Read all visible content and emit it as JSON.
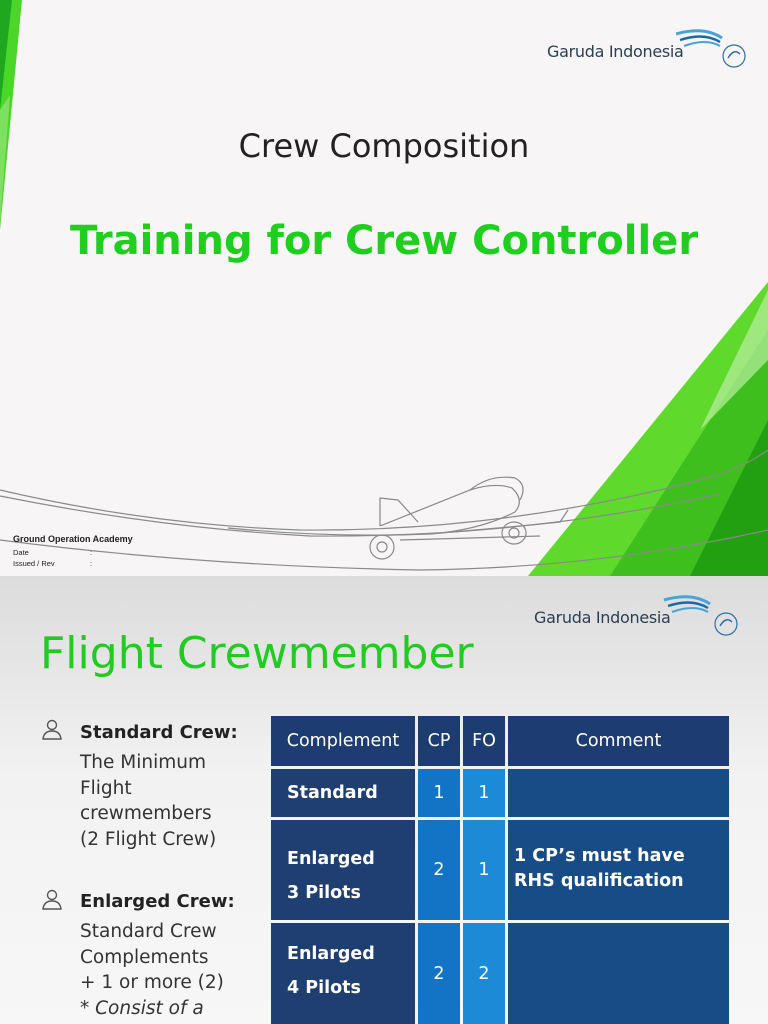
{
  "brand": {
    "logo_text": "Garuda Indonesia"
  },
  "slide1": {
    "title": "Crew Composition",
    "subtitle": "Training for Crew Controller",
    "footer": {
      "org": "Ground Operation Academy",
      "date_label": "Date",
      "date_sep": ":",
      "issued_label": "Issued / Rev",
      "issued_sep": ":"
    }
  },
  "slide2": {
    "title": "Flight Crewmember",
    "bullets": [
      {
        "icon": "person-outline-icon",
        "heading": "Standard Crew:",
        "lines": [
          "The Minimum",
          "Flight",
          "crewmembers",
          "(2 Flight Crew)"
        ]
      },
      {
        "icon": "person-outline-icon",
        "heading": "Enlarged Crew:",
        "lines": [
          "Standard Crew",
          "Complements",
          "+ 1 or more (2)"
        ],
        "note": "* Consist of a"
      }
    ],
    "table": {
      "headers": [
        "Complement",
        "CP",
        "FO",
        "Comment"
      ],
      "rows": [
        {
          "complement": [
            "Standard"
          ],
          "cp": "1",
          "fo": "1",
          "comment": []
        },
        {
          "complement": [
            "Enlarged",
            "3 Pilots"
          ],
          "cp": "2",
          "fo": "1",
          "comment": [
            "1 CP’s must have",
            "RHS qualification"
          ]
        },
        {
          "complement": [
            "Enlarged",
            "4 Pilots"
          ],
          "cp": "2",
          "fo": "2",
          "comment": []
        }
      ]
    }
  },
  "colors": {
    "accent_green": "#1fce1f",
    "table_navy": "#1d3c72",
    "table_blue": "#1373c4",
    "table_light_blue": "#1d8ad8"
  }
}
